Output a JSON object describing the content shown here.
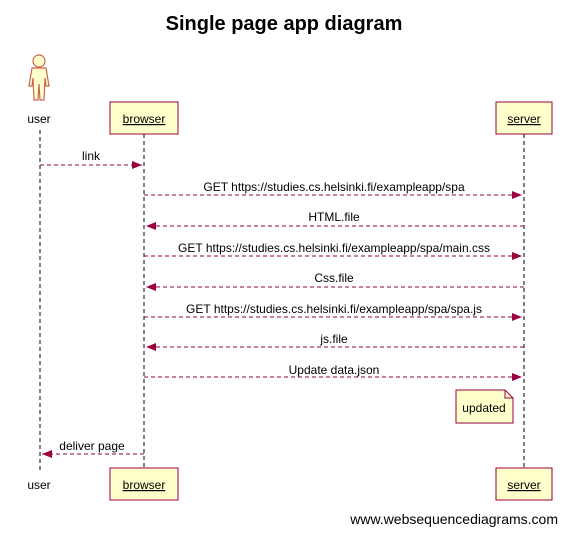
{
  "title": "Single page app diagram",
  "participants": {
    "user": "user",
    "browser": "browser",
    "server": "server"
  },
  "messages": [
    {
      "from": "user",
      "to": "browser",
      "label": "link"
    },
    {
      "from": "browser",
      "to": "server",
      "label": "GET https://studies.cs.helsinki.fi/exampleapp/spa"
    },
    {
      "from": "server",
      "to": "browser",
      "label": "HTML.file"
    },
    {
      "from": "browser",
      "to": "server",
      "label": "GET https://studies.cs.helsinki.fi/exampleapp/spa/main.css"
    },
    {
      "from": "server",
      "to": "browser",
      "label": "Css.file"
    },
    {
      "from": "browser",
      "to": "server",
      "label": "GET https://studies.cs.helsinki.fi/exampleapp/spa/spa.js"
    },
    {
      "from": "server",
      "to": "browser",
      "label": "js.file"
    },
    {
      "from": "browser",
      "to": "server",
      "label": "Update data.json"
    },
    {
      "from": "browser",
      "to": "user",
      "label": "deliver page"
    }
  ],
  "note": {
    "over": "server",
    "text": "updated"
  },
  "watermark": "www.websequencediagrams.com",
  "colors": {
    "arrow": "#99003f",
    "box_fill": "#ffffcc",
    "box_stroke": "#99003f",
    "actor_stroke": "#cc6655"
  }
}
